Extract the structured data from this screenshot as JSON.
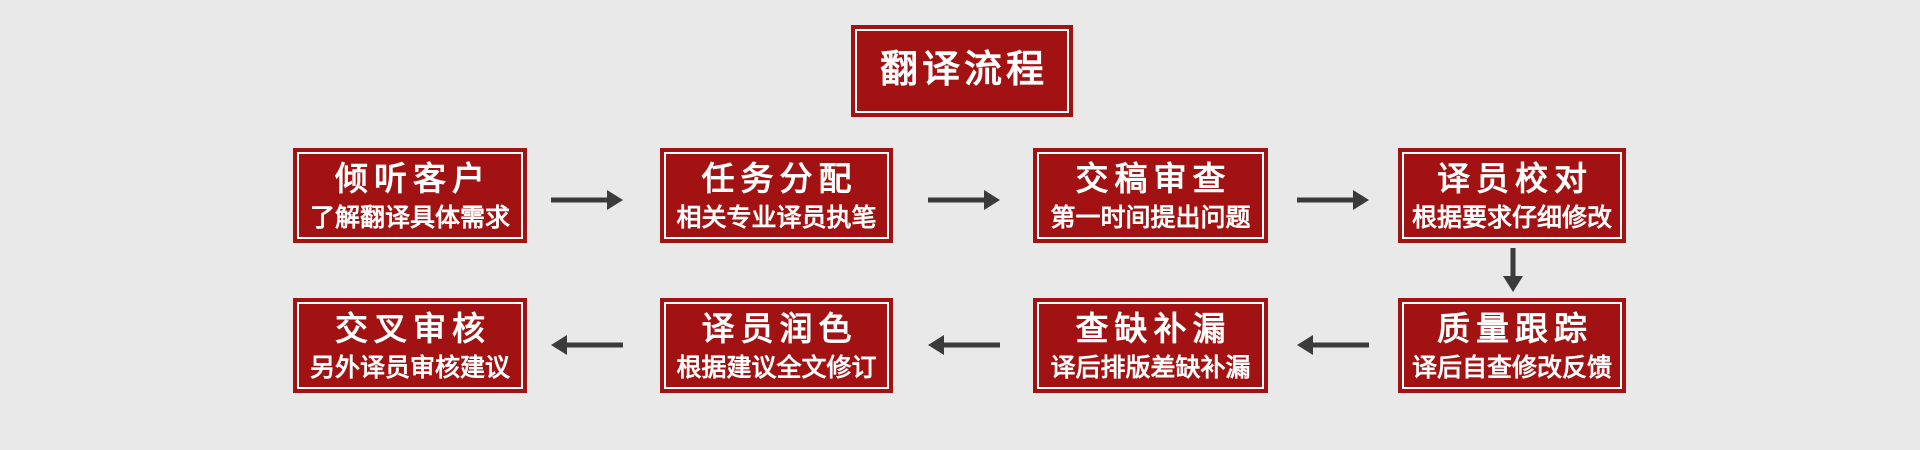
{
  "header": {
    "label": "翻译流程"
  },
  "steps": {
    "row1": [
      {
        "title": "倾听客户",
        "subtitle": "了解翻译具体需求"
      },
      {
        "title": "任务分配",
        "subtitle": "相关专业译员执笔"
      },
      {
        "title": "交稿审查",
        "subtitle": "第一时间提出问题"
      },
      {
        "title": "译员校对",
        "subtitle": "根据要求仔细修改"
      }
    ],
    "row2": [
      {
        "title": "交叉审核",
        "subtitle": "另外译员审核建议"
      },
      {
        "title": "译员润色",
        "subtitle": "根据建议全文修订"
      },
      {
        "title": "查缺补漏",
        "subtitle": "译后排版差缺补漏"
      },
      {
        "title": "质量跟踪",
        "subtitle": "译后自查修改反馈"
      }
    ]
  },
  "icons": {
    "arrow_right": "→",
    "arrow_left": "←",
    "arrow_down": "↓"
  },
  "colors": {
    "background": "#e9e9e9",
    "box_fill": "#a31212",
    "box_inner_border": "#ffffff",
    "arrow": "#3b3b3b",
    "text": "#ffffff"
  }
}
